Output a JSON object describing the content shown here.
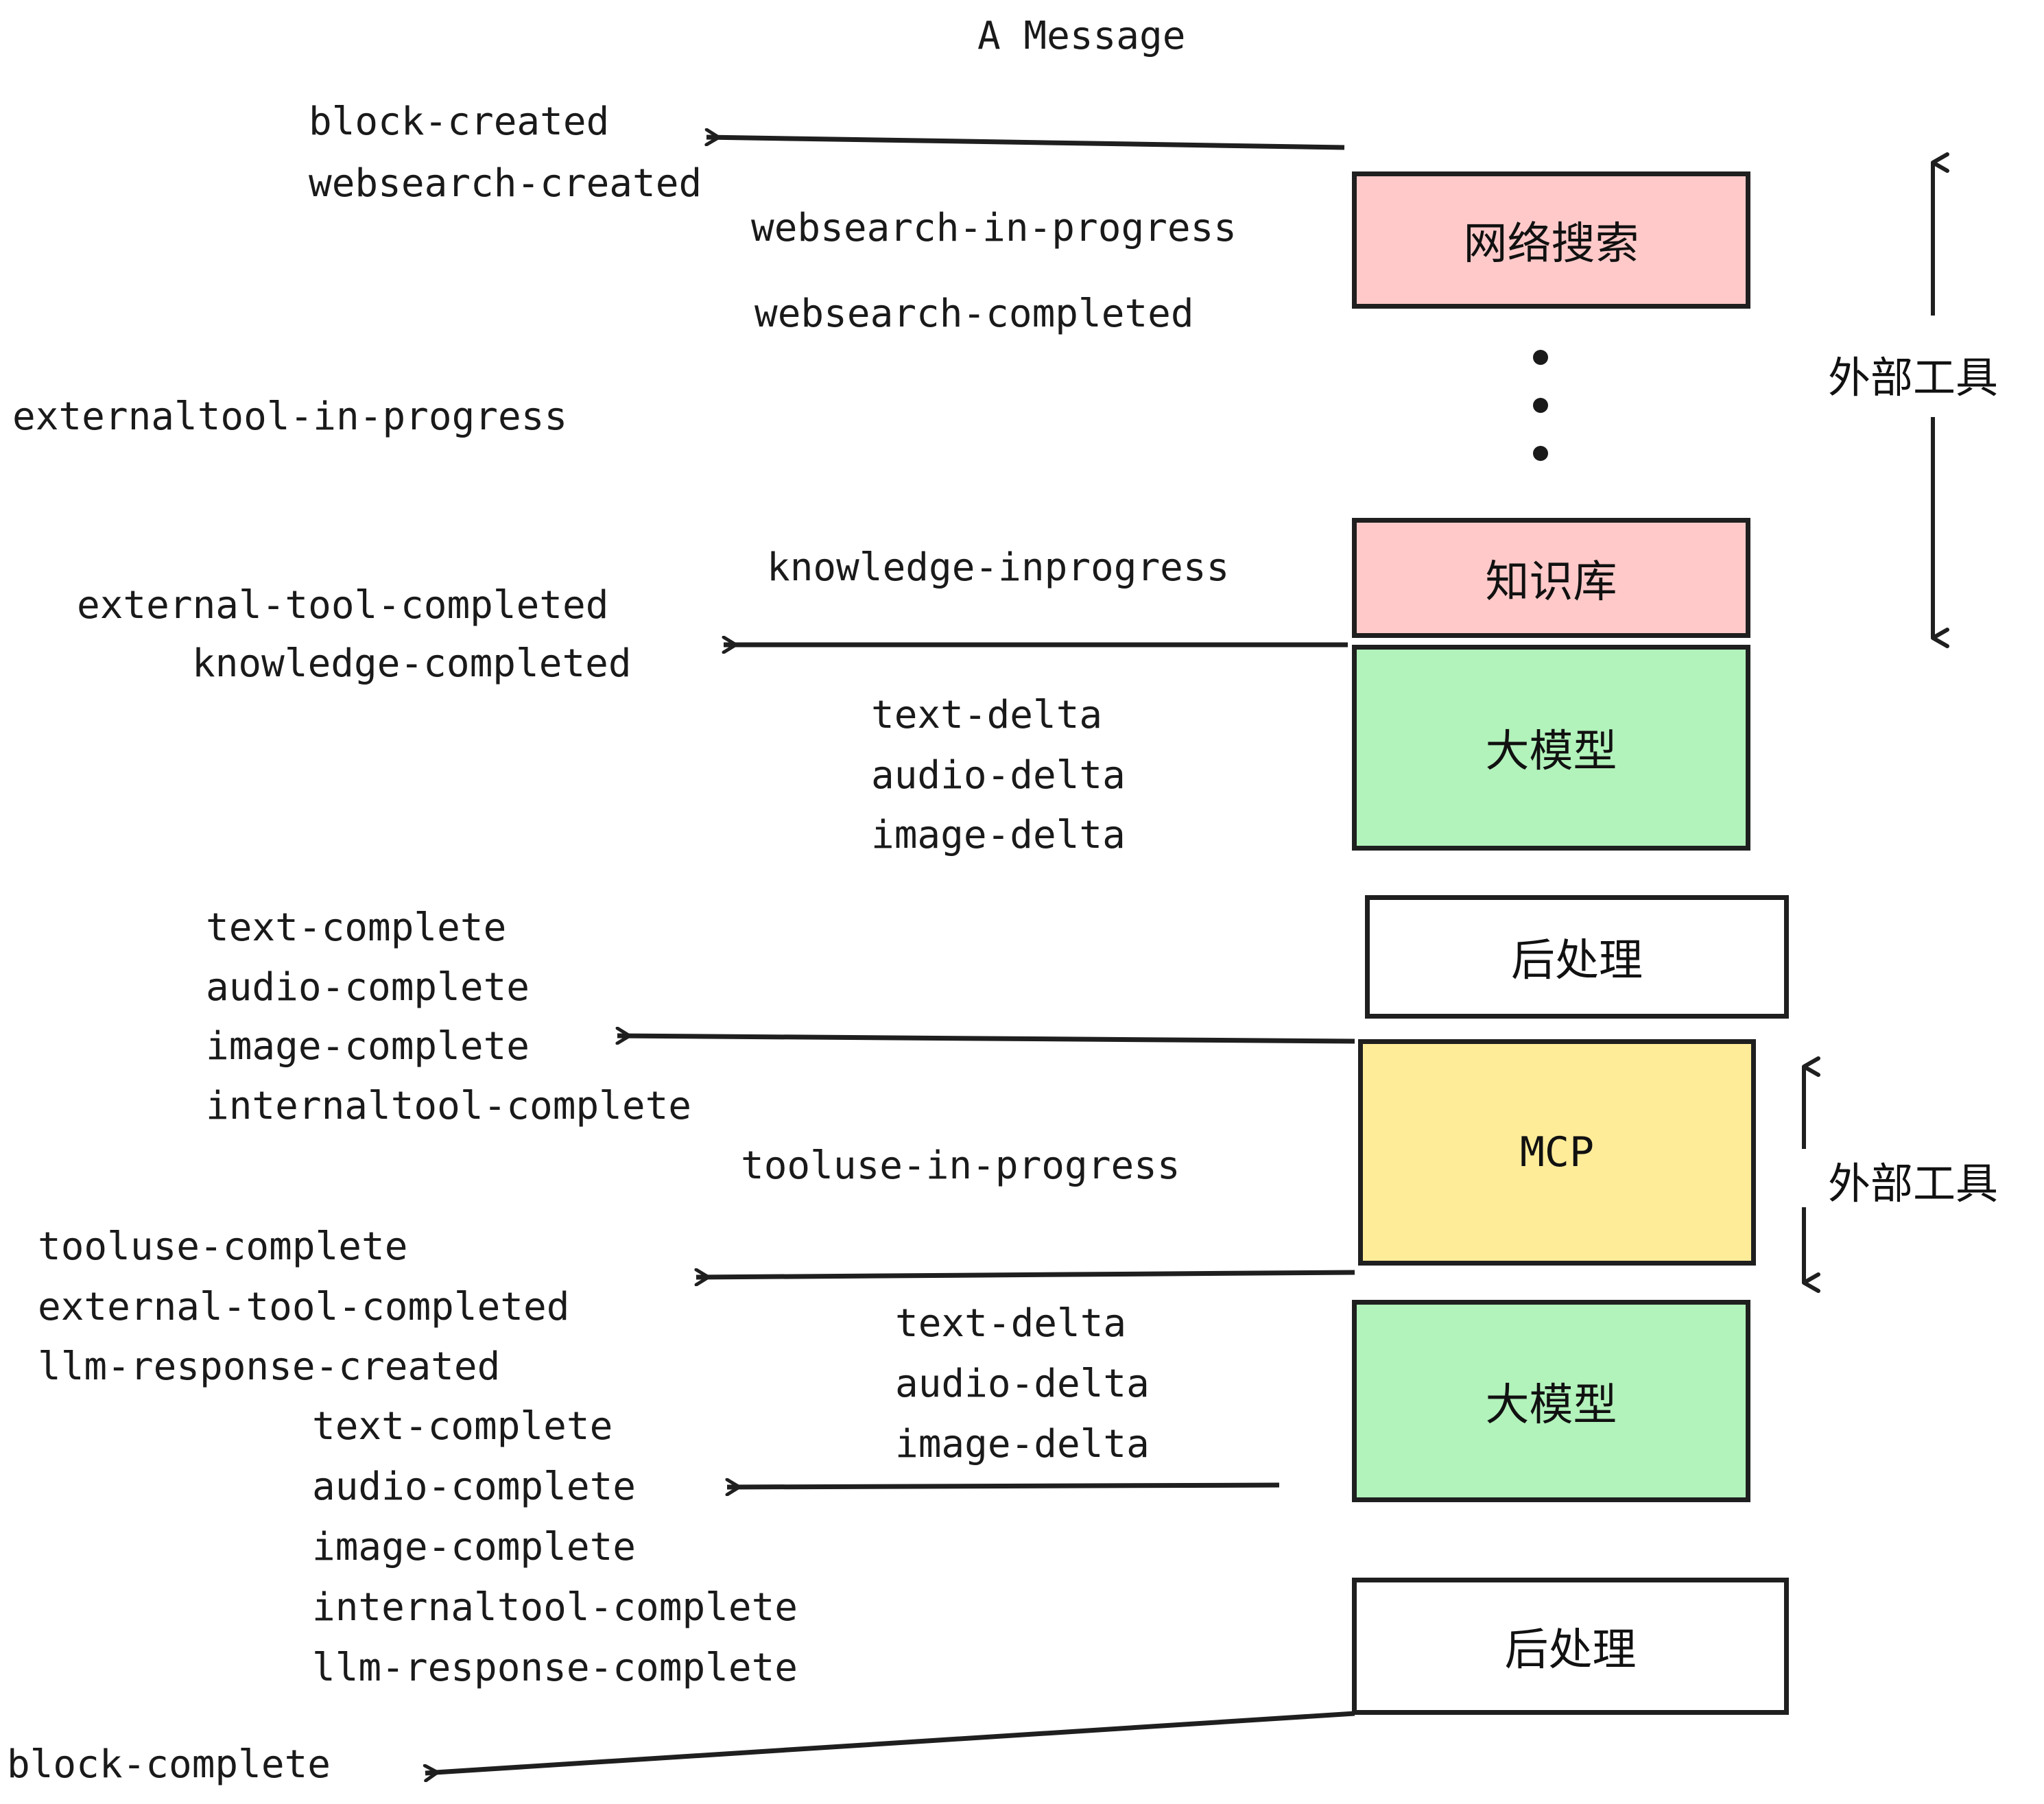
{
  "diagram": {
    "title": "A Message",
    "colors": {
      "pink": "#FFC9C9",
      "green": "#B2F2BB",
      "yellow": "#FFEC99",
      "white": "#FFFFFF",
      "stroke": "#1F1F1F",
      "text": "#1A1A1A"
    },
    "nodes": [
      {
        "id": "websearch",
        "label": "网络搜索",
        "fill": "#FFC9C9",
        "mono": false
      },
      {
        "id": "knowledge",
        "label": "知识库",
        "fill": "#FFC9C9",
        "mono": false
      },
      {
        "id": "llm-top",
        "label": "大模型",
        "fill": "#B2F2BB",
        "mono": false
      },
      {
        "id": "postprocess-top",
        "label": "后处理",
        "fill": "#FFFFFF",
        "mono": false
      },
      {
        "id": "mcp",
        "label": "MCP",
        "fill": "#FFEC99",
        "mono": true
      },
      {
        "id": "llm-bottom",
        "label": "大模型",
        "fill": "#B2F2BB",
        "mono": false
      },
      {
        "id": "postprocess-bottom",
        "label": "后处理",
        "fill": "#FFFFFF",
        "mono": false
      }
    ],
    "side_labels": [
      {
        "id": "external-tools-top",
        "text": "外部工具"
      },
      {
        "id": "external-tools-bottom",
        "text": "外部工具"
      }
    ],
    "events": {
      "block_created": "block-created",
      "websearch_created": "websearch-created",
      "websearch_in_progress": "websearch-in-progress",
      "websearch_completed": "websearch-completed",
      "externaltool_in_progress": "externaltool-in-progress",
      "knowledge_inprogress": "knowledge-inprogress",
      "external_tool_completed": "external-tool-completed",
      "knowledge_completed": "knowledge-completed",
      "text_delta": "text-delta",
      "audio_delta": "audio-delta",
      "image_delta": "image-delta",
      "text_complete": "text-complete",
      "audio_complete": "audio-complete",
      "image_complete": "image-complete",
      "internaltool_complete": "internaltool-complete",
      "tooluse_in_progress": "tooluse-in-progress",
      "tooluse_complete": "tooluse-complete",
      "external_tool_completed2": "external-tool-completed",
      "llm_response_created": "llm-response-created",
      "text_complete2": "text-complete",
      "audio_complete2": "audio-complete",
      "image_complete2": "image-complete",
      "internaltool_complete2": "internaltool-complete",
      "llm_response_complete": "llm-response-complete",
      "block_complete": "block-complete",
      "text_delta2": "text-delta",
      "audio_delta2": "audio-delta",
      "image_delta2": "image-delta"
    }
  }
}
